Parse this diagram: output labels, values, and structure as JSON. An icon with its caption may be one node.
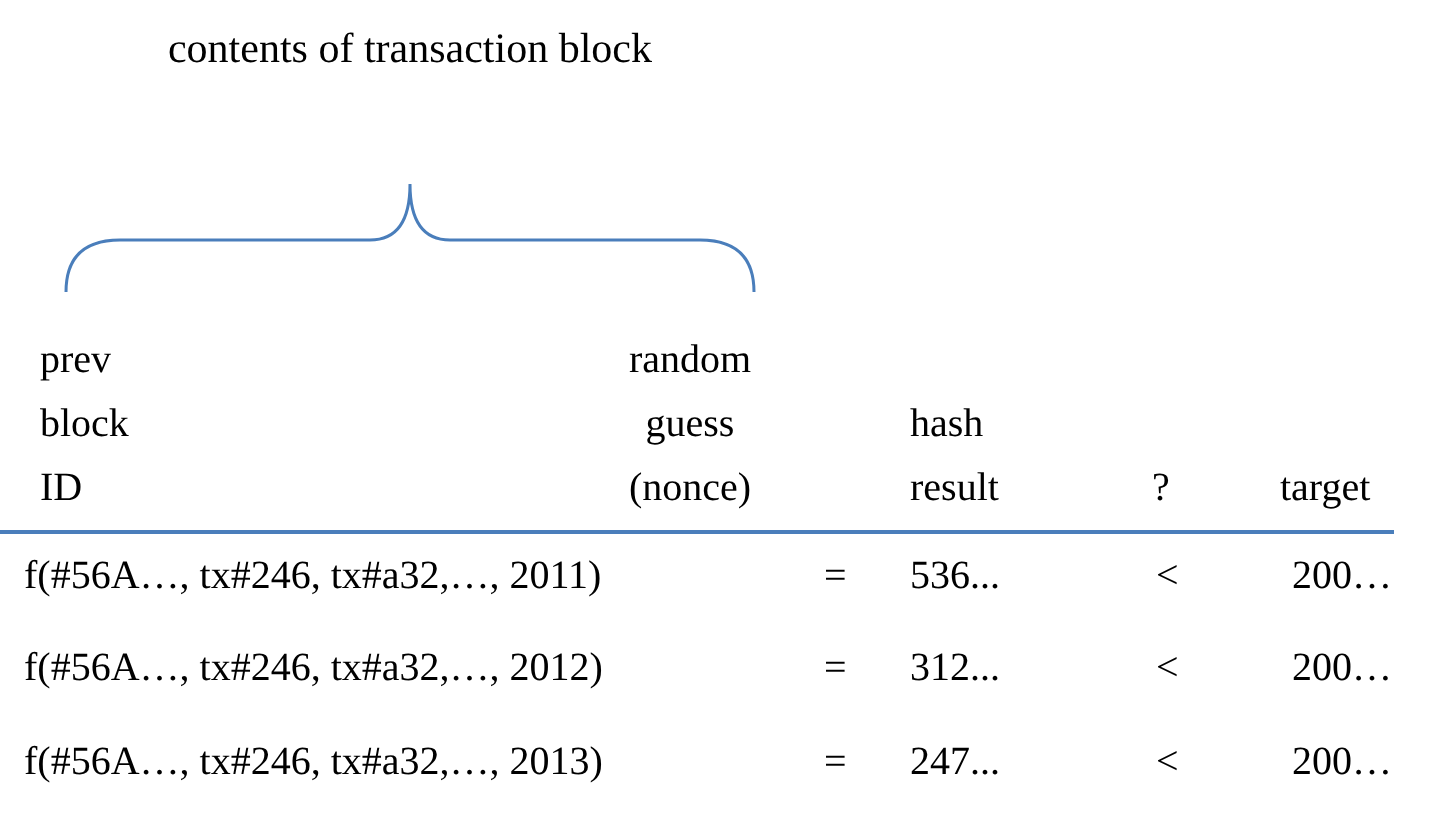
{
  "diagram": {
    "title": "contents of transaction block",
    "labels": [
      "prev block ID",
      "random guess (nonce)",
      "hash result",
      "?",
      "target",
      "f(#56A…, tx#246, tx#a32,…, 2011)",
      "=",
      "536...",
      "<",
      "200…",
      "f(#56A…, tx#246, tx#a32,…, 2012)",
      "=",
      "312...",
      "<",
      "200…",
      "f(#56A…, tx#246, tx#a32,…, 2013)",
      "=",
      "247...",
      "<",
      "200…"
    ]
  }
}
